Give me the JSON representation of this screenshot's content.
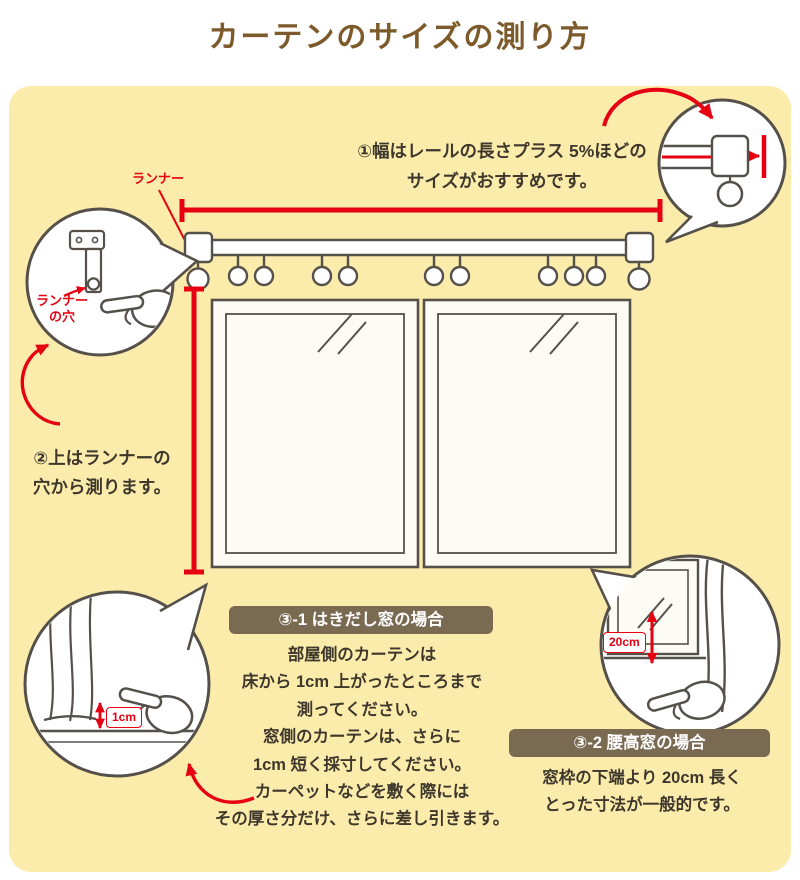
{
  "title": "カーテンのサイズの測り方",
  "colors": {
    "accent_red": "#e60012",
    "panel_yellow": "#fcecac",
    "title_brown": "#7c5a2b",
    "header_brown": "#7a6a52",
    "text_dark": "#3e382c",
    "line_dark": "#55514a"
  },
  "annotations": {
    "step1_line1": "①幅はレールの長さプラス 5%ほどの",
    "step1_line2": "サイズがおすすめです。",
    "runner_label": "ランナー",
    "runner_hole_line1": "ランナー",
    "runner_hole_line2": "の穴",
    "step2_line1": "②上はランナーの",
    "step2_line2": "穴から測ります。",
    "one_cm": "1cm",
    "twenty_cm": "20cm"
  },
  "section_hakidashi": {
    "header": "③-1 はきだし窓の場合",
    "lines": [
      "部屋側のカーテンは",
      "床から 1cm 上がったところまで",
      "測ってください。",
      "窓側のカーテンは、さらに",
      "1cm 短く採寸してください。",
      "カーペットなどを敷く際には",
      "その厚さ分だけ、さらに差し引きます。"
    ]
  },
  "section_koshidaka": {
    "header": "③-2 腰高窓の場合",
    "lines": [
      "窓枠の下端より 20cm 長く",
      "とった寸法が一般的です。"
    ]
  }
}
